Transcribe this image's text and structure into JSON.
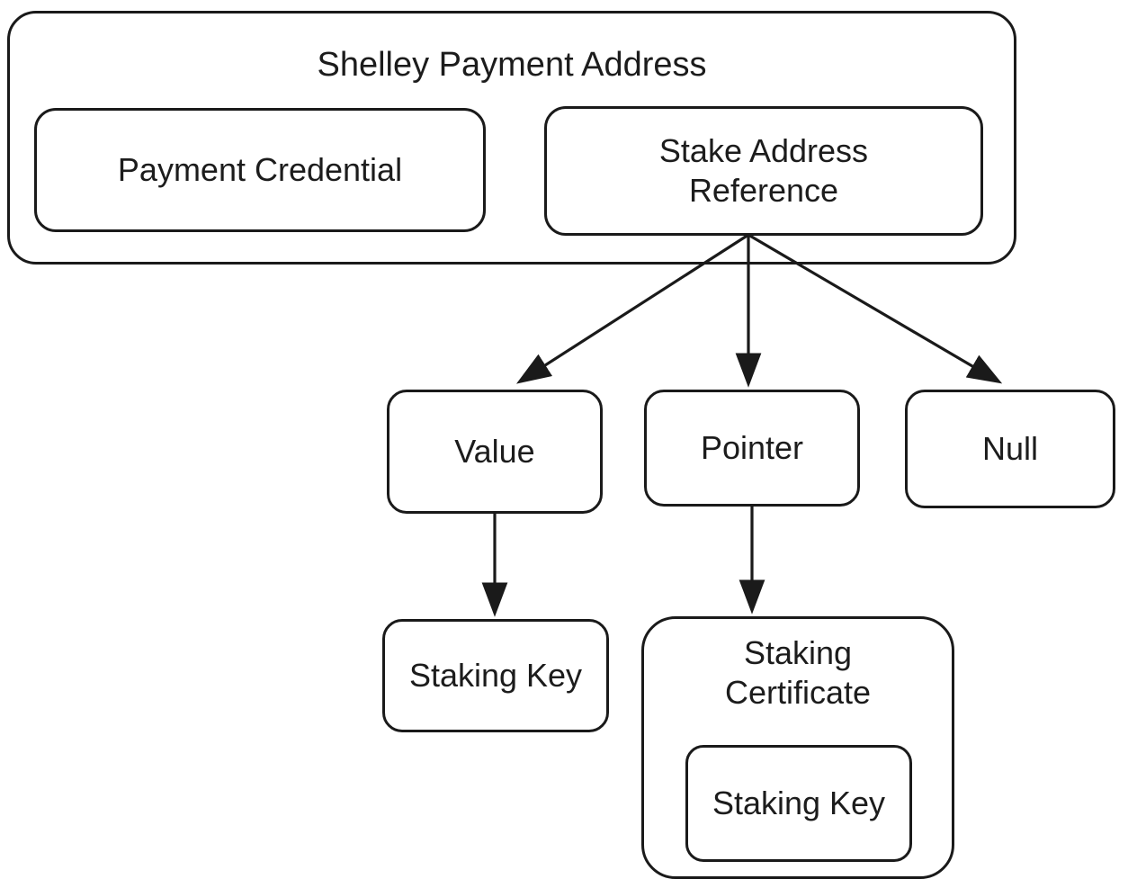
{
  "diagram": {
    "title": "Shelley Payment Address",
    "nodes": {
      "payment_credential": "Payment Credential",
      "stake_address_reference": "Stake Address Reference",
      "value": "Value",
      "pointer": "Pointer",
      "null_option": "Null",
      "staking_key": "Staking Key",
      "staking_certificate": "Staking Certificate",
      "staking_key_nested": "Staking Key"
    },
    "edges": [
      {
        "from": "stake_address_reference",
        "to": "value"
      },
      {
        "from": "stake_address_reference",
        "to": "pointer"
      },
      {
        "from": "stake_address_reference",
        "to": "null_option"
      },
      {
        "from": "value",
        "to": "staking_key"
      },
      {
        "from": "pointer",
        "to": "staking_certificate"
      }
    ],
    "colors": {
      "stroke": "#1a1a1a",
      "fill": "#ffffff",
      "text": "#1c1c1c",
      "background": "#ffffff"
    }
  }
}
